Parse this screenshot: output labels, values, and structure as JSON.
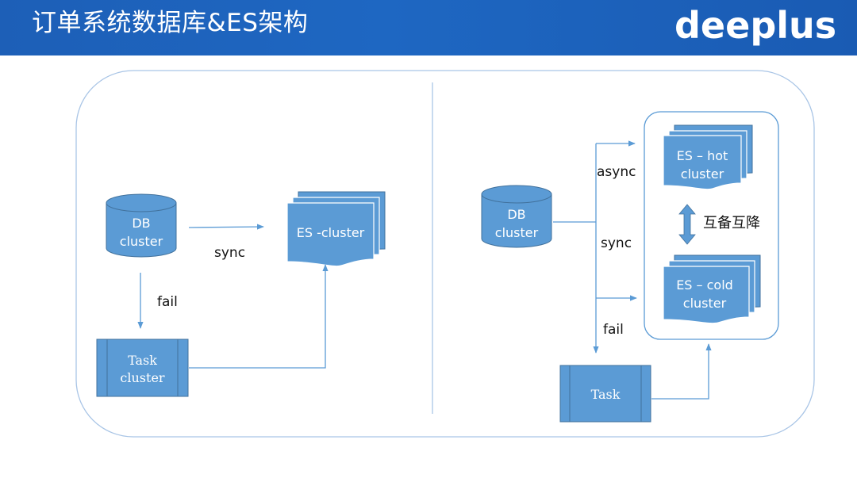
{
  "header": {
    "title": "订单系统数据库&ES架构",
    "logo": "deeplus"
  },
  "left": {
    "db": {
      "line1": "DB",
      "line2": "cluster"
    },
    "es": {
      "label": "ES -cluster"
    },
    "task": {
      "line1": "Task",
      "line2": "cluster"
    },
    "sync_label": "sync",
    "fail_label": "fail"
  },
  "right": {
    "db": {
      "line1": "DB",
      "line2": "cluster"
    },
    "es_hot": {
      "line1": "ES – hot",
      "line2": "cluster"
    },
    "es_cold": {
      "line1": "ES – cold",
      "line2": "cluster"
    },
    "task": {
      "label": "Task"
    },
    "async_label": "async",
    "sync_label": "sync",
    "fail_label": "fail",
    "mutual_label": "互备互降"
  },
  "colors": {
    "header": "#1e62bc",
    "node_fill": "#5b9bd5",
    "node_stroke": "#41719c",
    "arrow": "#5b9bd5",
    "panel_border": "#a9c5e6"
  }
}
